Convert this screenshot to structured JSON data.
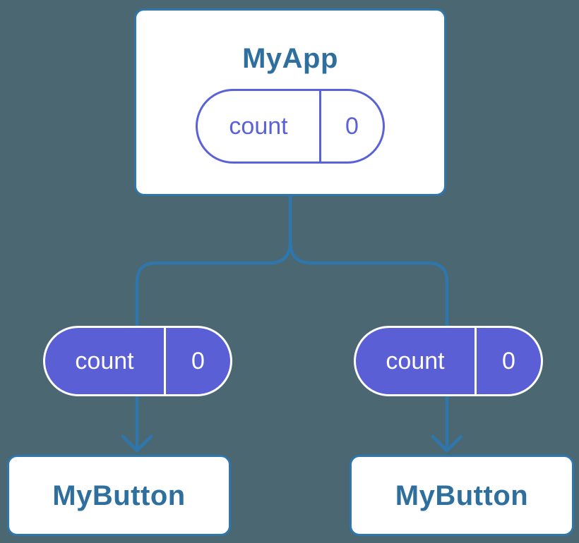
{
  "diagram": {
    "type": "component-tree",
    "background_color": "#4B6872",
    "line_color": "#2E76AB",
    "title_color": "#2F6F9D",
    "accent_purple": "#5B5FD6",
    "card_color": "#FFFFFF",
    "root": {
      "title": "MyApp",
      "state_pill": {
        "label": "count",
        "value": "0"
      }
    },
    "children": [
      {
        "title": "MyButton",
        "prop_pill": {
          "label": "count",
          "value": "0"
        }
      },
      {
        "title": "MyButton",
        "prop_pill": {
          "label": "count",
          "value": "0"
        }
      }
    ]
  }
}
